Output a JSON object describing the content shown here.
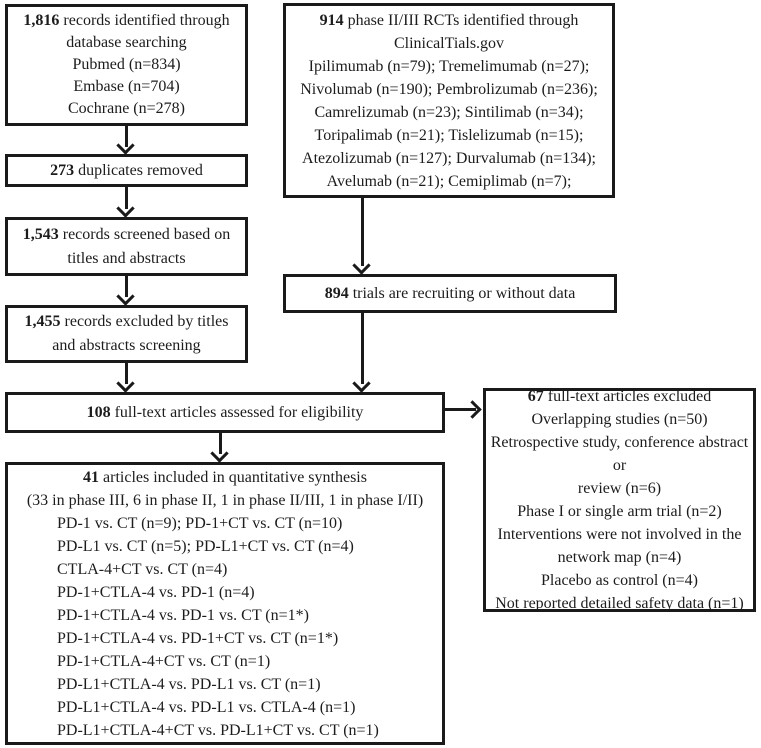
{
  "diagram": {
    "title_semantic": "PRISMA study selection flow diagram",
    "colors": {
      "line": "#1a1a1a",
      "text": "#1c1c1c",
      "background": "#ffffff"
    },
    "boxes": {
      "records_identified": {
        "count": "1,816",
        "rest": " records identified through",
        "lines": [
          "database searching",
          "Pubmed (n=834)",
          "Embase (n=704)",
          "Cochrane (n=278)"
        ]
      },
      "rcts_identified": {
        "count": "914",
        "rest": " phase II/III RCTs identified through",
        "lines": [
          "ClinicalTials.gov",
          "Ipilimumab (n=79); Tremelimumab (n=27);",
          "Nivolumab (n=190); Pembrolizumab (n=236);",
          "Camrelizumab (n=23); Sintilimab (n=34);",
          "Toripalimab (n=21); Tislelizumab (n=15);",
          "Atezolizumab (n=127); Durvalumab (n=134);",
          "Avelumab (n=21); Cemiplimab (n=7);"
        ]
      },
      "duplicates_removed": {
        "count": "273",
        "rest": " duplicates removed"
      },
      "records_screened": {
        "count": "1,543",
        "rest": " records screened based on",
        "lines": [
          "titles and abstracts"
        ]
      },
      "records_excluded": {
        "count": "1,455",
        "rest": " records excluded by titles",
        "lines": [
          "and abstracts screening"
        ]
      },
      "trials_recruiting": {
        "count": "894",
        "rest": " trials are recruiting or without data"
      },
      "fulltext_assessed": {
        "count": "108",
        "rest": " full-text articles assessed for eligibility"
      },
      "fulltext_excluded": {
        "count": "67",
        "rest": " full-text articles excluded",
        "lines": [
          "Overlapping studies (n=50)",
          "Retrospective study, conference abstract or",
          "review (n=6)",
          "Phase I or single arm trial (n=2)",
          "Interventions were not involved in the",
          "network map (n=4)",
          "Placebo as control (n=4)",
          "Not reported detailed safety data (n=1)"
        ]
      },
      "articles_included": {
        "count": "41",
        "rest": " articles included in quantitative synthesis",
        "subtitle": "(33 in phase III, 6 in phase II, 1 in phase II/III, 1 in phase I/II)",
        "lines": [
          "PD-1 vs. CT (n=9); PD-1+CT vs. CT (n=10)",
          "PD-L1 vs. CT (n=5); PD-L1+CT vs. CT (n=4)",
          "CTLA-4+CT vs. CT (n=4)",
          "PD-1+CTLA-4 vs. PD-1 (n=4)",
          "PD-1+CTLA-4 vs. PD-1 vs. CT (n=1*)",
          "PD-1+CTLA-4 vs. PD-1+CT vs. CT (n=1*)",
          "PD-1+CTLA-4+CT vs. CT (n=1)",
          "PD-L1+CTLA-4 vs. PD-L1 vs. CT (n=1)",
          "PD-L1+CTLA-4 vs. PD-L1 vs. CTLA-4 (n=1)",
          "PD-L1+CTLA-4+CT vs. PD-L1+CT vs. CT (n=1)"
        ]
      }
    }
  }
}
